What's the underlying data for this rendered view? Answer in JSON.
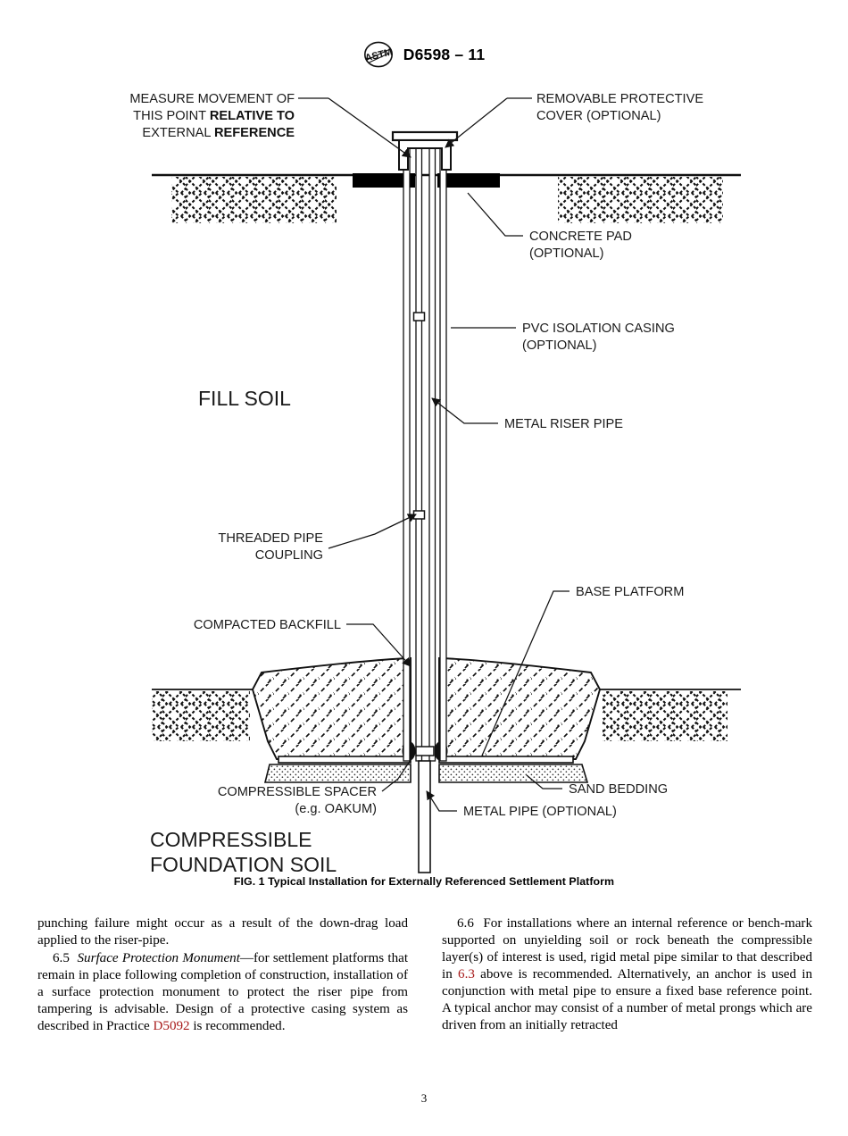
{
  "header": {
    "logo_icon": "astm-logo-icon",
    "standard_id": "D6598 – 11"
  },
  "figure": {
    "caption": "FIG. 1 Typical Installation for Externally Referenced Settlement Platform",
    "labels": {
      "measure_line1": "MEASURE MOVEMENT OF",
      "measure_line2_plain": "THIS POINT ",
      "measure_line2_bold": "RELATIVE TO",
      "measure_line3_plain": "EXTERNAL ",
      "measure_line3_bold": "REFERENCE",
      "cover_line1": "REMOVABLE PROTECTIVE",
      "cover_line2": "COVER (OPTIONAL)",
      "pad_line1": "CONCRETE PAD",
      "pad_line2": "(OPTIONAL)",
      "casing_line1": "PVC ISOLATION CASING",
      "casing_line2": "(OPTIONAL)",
      "riser": "METAL RISER PIPE",
      "coupling_line1": "THREADED PIPE",
      "coupling_line2": "COUPLING",
      "backfill": "COMPACTED BACKFILL",
      "base_platform": "BASE PLATFORM",
      "sand_bedding": "SAND BEDDING",
      "spacer_line1": "COMPRESSIBLE SPACER",
      "spacer_line2": "(e.g. OAKUM)",
      "metal_pipe": "METAL PIPE (OPTIONAL)",
      "fill_soil": "FILL  SOIL",
      "foundation_line1": "COMPRESSIBLE",
      "foundation_line2": "FOUNDATION SOIL"
    },
    "colors": {
      "ink": "#111111",
      "concrete_pad": "#000000"
    }
  },
  "body": {
    "left_column": {
      "para1": "punching failure might occur as a result of the down-drag load applied to the riser-pipe.",
      "para2_num": "6.5",
      "para2_italic": "Surface Protection Monument",
      "para2_a": "—for settlement platforms that remain in place following completion of construction, installation of a surface protection monument to protect the riser pipe from tampering is advisable. Design of a protective casing system as described in Practice ",
      "para2_ref": "D5092",
      "para2_b": " is recommended."
    },
    "right_column": {
      "para1_num": "6.6",
      "para1_a": "For installations where an internal reference or bench-mark supported on unyielding soil or rock beneath the compressible layer(s) of interest is used, rigid metal pipe similar to that described in ",
      "para1_ref": "6.3",
      "para1_b": " above is recommended. Alternatively, an anchor is used in conjunction with metal pipe to ensure a fixed base reference point. A typical anchor may consist of a number of metal prongs which are driven from an initially retracted"
    }
  },
  "footer": {
    "page_number": "3"
  }
}
